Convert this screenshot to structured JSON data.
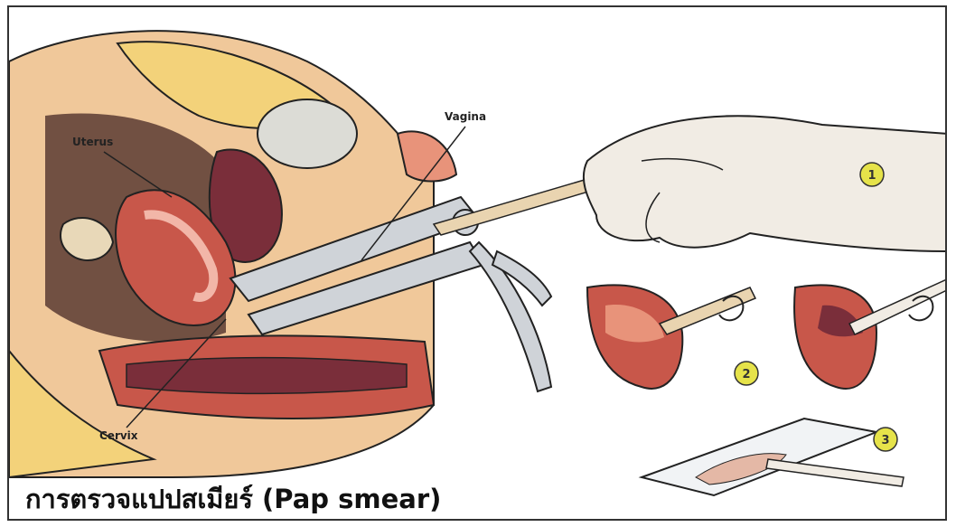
{
  "labels": {
    "uterus": "Uterus",
    "vagina": "Vagina",
    "cervix": "Cervix"
  },
  "steps": [
    "1",
    "2",
    "3"
  ],
  "caption": "การตรวจแปปสเมียร์ (Pap smear)",
  "colors": {
    "skin": "#f0c89a",
    "tissue": "#c8574a",
    "tissue_light": "#e8937a",
    "fat": "#f3d27a",
    "bladder": "#dcdcd6",
    "speculum": "#cfd3d8",
    "glove": "#f1ece4",
    "step_badge": "#e6e34a"
  }
}
